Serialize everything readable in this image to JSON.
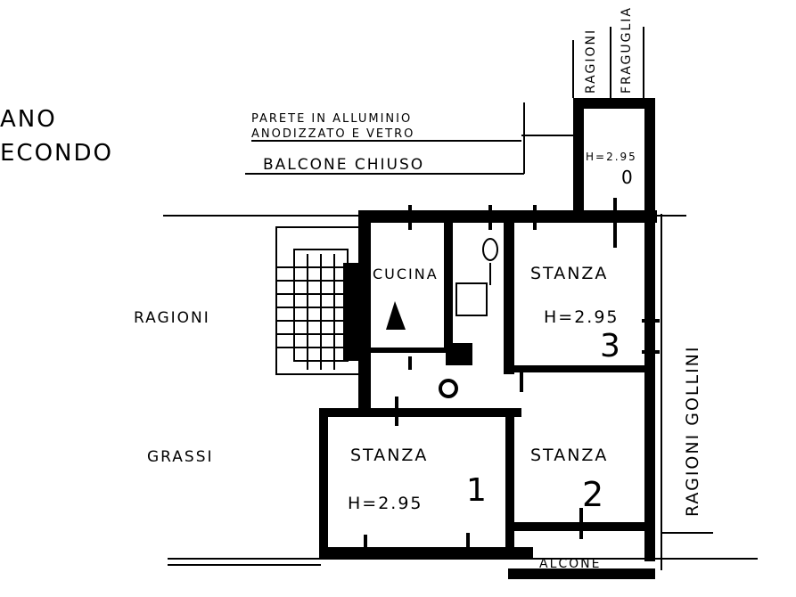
{
  "floor": {
    "line1": "ANO",
    "line2": "ECONDO"
  },
  "note": {
    "line1": "PARETE IN ALLUMINIO",
    "line2": "ANODIZZATO E VETRO",
    "balcony": "BALCONE CHIUSO"
  },
  "neighbors": {
    "left_top": "RAGIONI",
    "left_bottom": "GRASSI",
    "right": "RAGIONI GOLLINI",
    "top_a": "RAGIONI",
    "top_b": "FRAGUGLIA"
  },
  "rooms": {
    "kitchen": "CUCINA",
    "room3_label": "STANZA",
    "room3_height": "H=2.95",
    "room3_num": "3",
    "room1_label": "STANZA",
    "room1_height": "H=2.95",
    "room1_num": "1",
    "room2_label": "STANZA",
    "room2_num": "2",
    "closed_balcony_height": "H=2.95",
    "closed_balcony_num": "0",
    "bottom_balcony": "ALCONE"
  }
}
